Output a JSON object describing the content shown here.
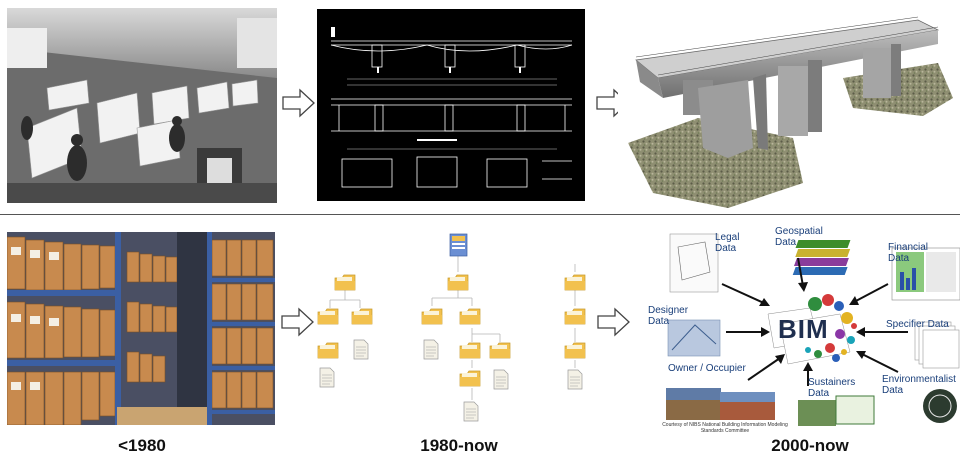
{
  "eras": {
    "era1": "<1980",
    "era2": "1980-now",
    "era3": "2000-now"
  },
  "bim": {
    "center": "BIM",
    "labels": {
      "legal": "Legal\nData",
      "geospatial": "Geospatial\nData",
      "financial": "Financial\nData",
      "designer": "Designer\nData",
      "specifier": "Specifier Data",
      "owner": "Owner / Occupier",
      "sustainers": "Sustainers\nData",
      "environmentalist": "Environmentalist\nData"
    },
    "credit": "Courtesy of NIBS National Building Information Modeling\nStandards Committee"
  },
  "colors": {
    "folder": "#f2c14e",
    "folder_dark": "#d9a62b",
    "bim_blue": "#1a3f7a",
    "divider": "#555555"
  },
  "icons": [
    "right-arrow-icon",
    "folder-icon",
    "document-icon",
    "database-icon"
  ]
}
